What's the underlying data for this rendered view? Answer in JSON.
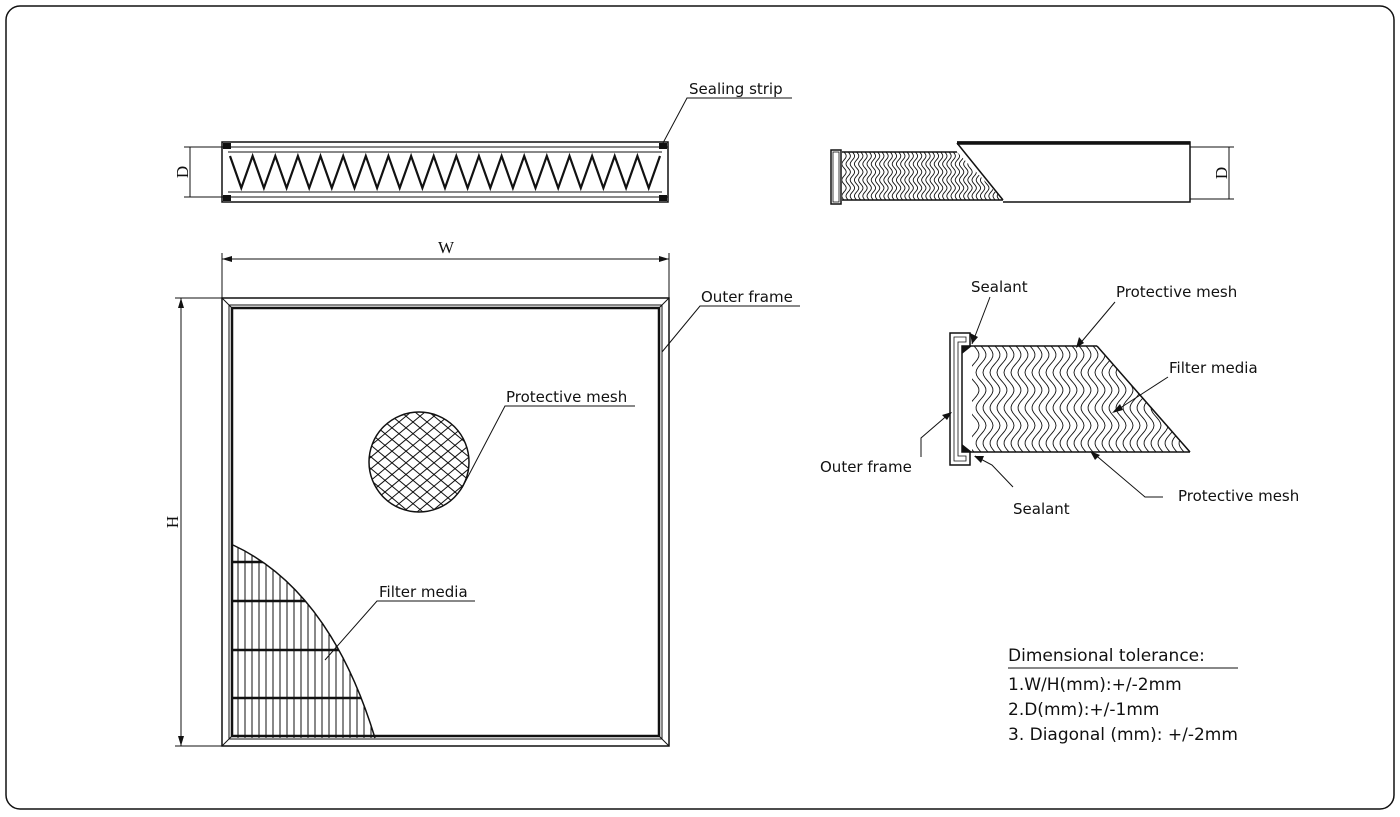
{
  "side_view": {
    "sealing_strip_label": "Sealing strip",
    "depth_label": "D"
  },
  "front_view": {
    "width_label": "W",
    "height_label": "H",
    "outer_frame_label": "Outer frame",
    "protective_mesh_label": "Protective mesh",
    "filter_media_label": "Filter media"
  },
  "section_view": {
    "depth_label": "D"
  },
  "detail_view": {
    "sealant_top_label": "Sealant",
    "protective_mesh_top_label": "Protective mesh",
    "filter_media_label": "Filter media",
    "outer_frame_label": "Outer frame",
    "sealant_bottom_label": "Sealant",
    "protective_mesh_bottom_label": "Protective mesh"
  },
  "tolerance": {
    "title": "Dimensional tolerance:",
    "items": [
      "1.W/H(mm):+/-2mm",
      "2.D(mm):+/-1mm",
      "3. Diagonal (mm): +/-2mm"
    ]
  }
}
